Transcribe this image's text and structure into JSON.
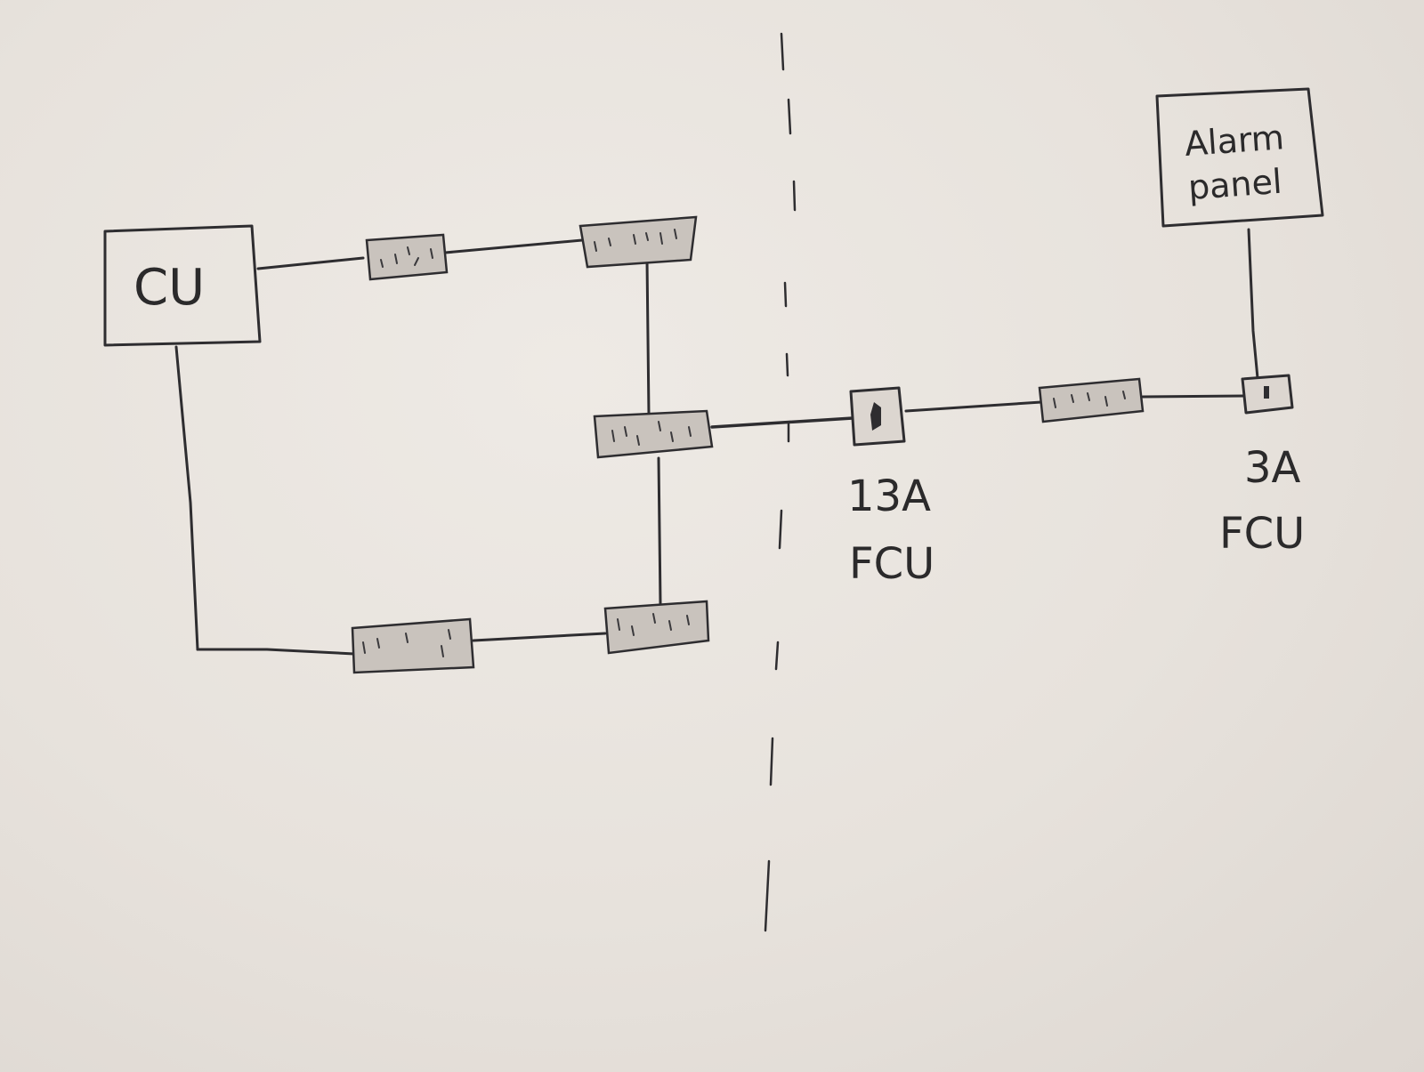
{
  "diagram": {
    "consumer_unit": {
      "label": "CU"
    },
    "alarm_panel": {
      "label_line1": "Alarm",
      "label_line2": "panel"
    },
    "spur_13a": {
      "rating": "13A",
      "type": "FCU"
    },
    "spur_3a": {
      "rating": "3A",
      "type": "FCU"
    },
    "ink_color": "#2e2d30",
    "paper_color": "#e9e4df"
  }
}
